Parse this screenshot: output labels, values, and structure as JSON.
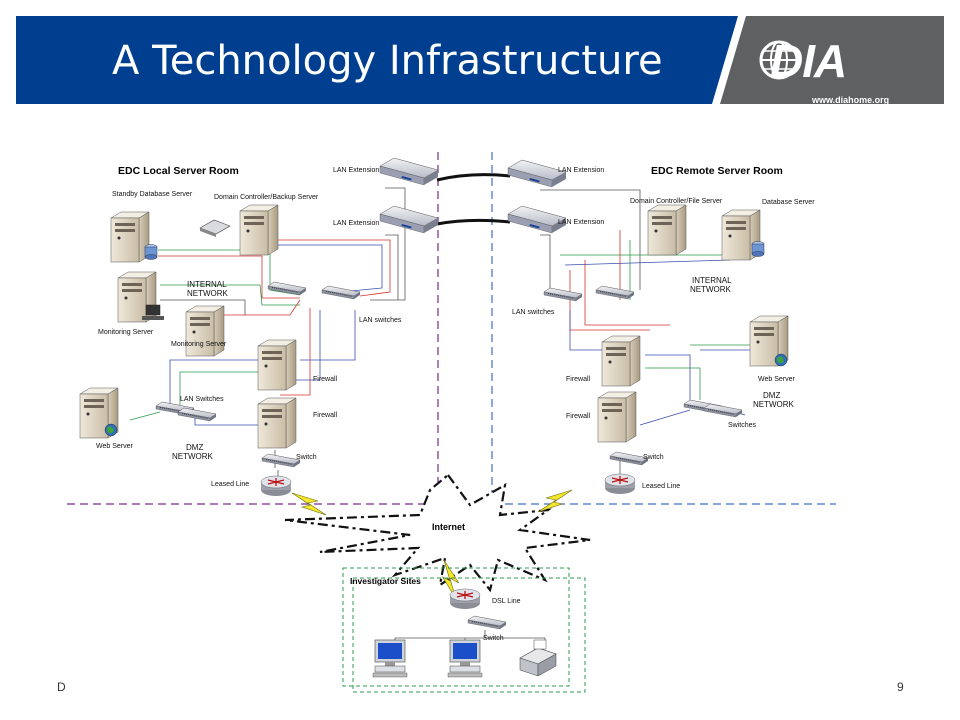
{
  "header": {
    "title": "A Technology Infrastructure",
    "logo_text": "DIA",
    "logo_url": "www.diahome.org",
    "colors": {
      "banner": "#003f8f",
      "logo_panel": "#5f6062"
    }
  },
  "diagram": {
    "local_room": {
      "title": "EDC Local Server Room",
      "standby_db": "Standby Database Server",
      "domain_ctrl": "Domain Controller/Backup Server",
      "lan_ext_1": "LAN Extension",
      "lan_ext_2": "LAN Extension",
      "internal_net_1": "INTERNAL",
      "internal_net_2": "NETWORK",
      "monitoring_server": "Monitoring Server",
      "monitoring_server_2": "Monitoring Server",
      "lan_switches": "LAN switches",
      "firewall_1": "Firewall",
      "firewall_2": "Firewall",
      "lan_switches_dmz": "LAN Switches",
      "web_server": "Web Server",
      "dmz_1": "DMZ",
      "dmz_2": "NETWORK",
      "switch": "Switch",
      "leased_line": "Leased Line"
    },
    "remote_room": {
      "title": "EDC Remote Server Room",
      "lan_ext_1": "LAN Extension",
      "lan_ext_2": "LAN Extension",
      "domain_ctrl": "Domain Controller/File Server",
      "database_server": "Database Server",
      "internal_net_1": "INTERNAL",
      "internal_net_2": "NETWORK",
      "lan_switches": "LAN switches",
      "firewall_1": "Firewall",
      "firewall_2": "Firewall",
      "web_server": "Web Server",
      "dmz_1": "DMZ",
      "dmz_2": "NETWORK",
      "switches": "Switches",
      "switch": "Switch",
      "leased_line": "Leased Line"
    },
    "internet": "Internet",
    "investigator": {
      "title": "Investigator Sites",
      "dsl_line": "DSL Line",
      "switch": "Switch"
    }
  },
  "footer": {
    "left": "D",
    "page": "9"
  }
}
